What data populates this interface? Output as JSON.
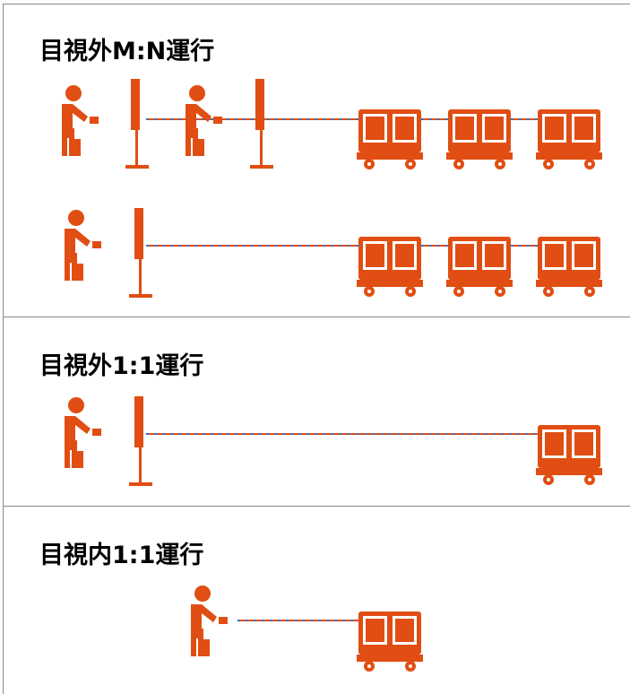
{
  "colors": {
    "accent": "#E04E13",
    "link_line": "#E04E13",
    "link_dash": "#3E6FB8",
    "border": "#8a8a8a"
  },
  "panels": [
    {
      "title": "目視外M:N運行"
    },
    {
      "title": "目視外1:1運行"
    },
    {
      "title": "目視内1:1運行"
    }
  ]
}
